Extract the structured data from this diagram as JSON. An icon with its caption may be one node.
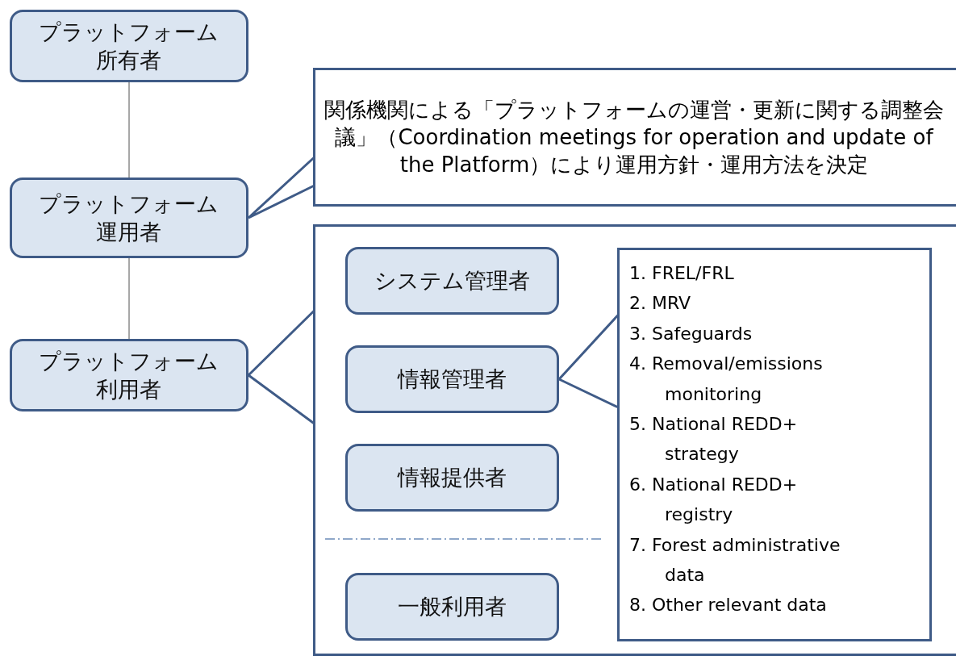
{
  "diagram": {
    "nodes": [
      {
        "text": [
          "プラットフォーム所有者"
        ]
      },
      {
        "text": [
          "プラットフォーム運用者"
        ]
      },
      {
        "text": [
          "プラットフォーム利用者"
        ]
      },
      {
        "text": [
          "関係機関による「プラットフォームの運営・更新に関する調整会議」（Coordination meetings for operation and update of the Platform）により運用方針・運用方法を決定"
        ]
      },
      {
        "text": [],
        "shape": "box"
      },
      {
        "text": [
          "システム管理者"
        ],
        "in": 4
      },
      {
        "text": [
          "情報管理者"
        ],
        "in": 4
      },
      {
        "text": [
          "情報提供者"
        ],
        "in": 4
      },
      {
        "text": [
          "一般利用者"
        ],
        "in": 4
      },
      {
        "text": [
          "1. FREL/FRL",
          "2. MRV",
          "3. Safeguards",
          "4. Removal/emissions monitoring",
          "5. National REDD+ strategy",
          "6. National REDD+ registry",
          "7. Forest administrative data",
          "8. Other relevant data"
        ],
        "in": 4
      }
    ],
    "edges": [
      {
        "from": 0,
        "to": 1,
        "arrow": "none"
      },
      {
        "from": 1,
        "to": 2,
        "arrow": "none"
      },
      {
        "from": 3,
        "to": 1,
        "arrow": "none"
      },
      {
        "from": 4,
        "to": 2,
        "arrow": "none"
      },
      {
        "from": 9,
        "to": 6,
        "arrow": "none"
      }
    ]
  }
}
